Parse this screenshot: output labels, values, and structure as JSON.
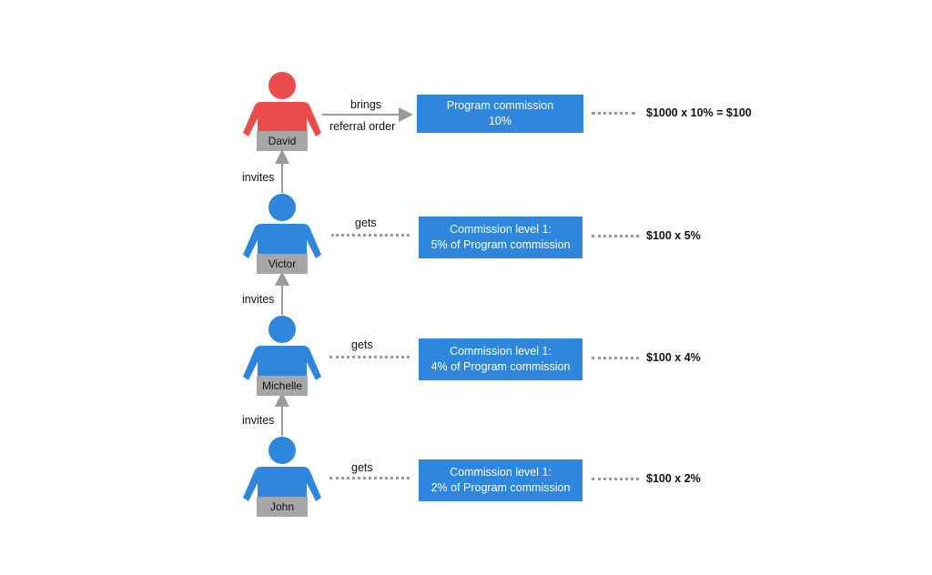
{
  "colors": {
    "top_person": "#ea4c4c",
    "person": "#2f86dd",
    "box": "#2f86dd",
    "tag": "#a6a6a6",
    "connector": "#9a9a9a"
  },
  "people": [
    {
      "name": "David"
    },
    {
      "name": "Victor"
    },
    {
      "name": "Michelle"
    },
    {
      "name": "John"
    }
  ],
  "invites_label": "invites",
  "top_action": {
    "line1": "brings",
    "line2": "referral order"
  },
  "gets_label": "gets",
  "boxes": [
    {
      "line1": "Program commission",
      "line2": "10%"
    },
    {
      "line1": "Commission level 1:",
      "line2": "5% of Program commission"
    },
    {
      "line1": "Commission level 1:",
      "line2": "4% of Program commission"
    },
    {
      "line1": "Commission level 1:",
      "line2": "2% of Program commission"
    }
  ],
  "results": [
    "$1000 x 10% = $100",
    "$100 x 5%",
    "$100 x 4%",
    "$100 x 2%"
  ]
}
